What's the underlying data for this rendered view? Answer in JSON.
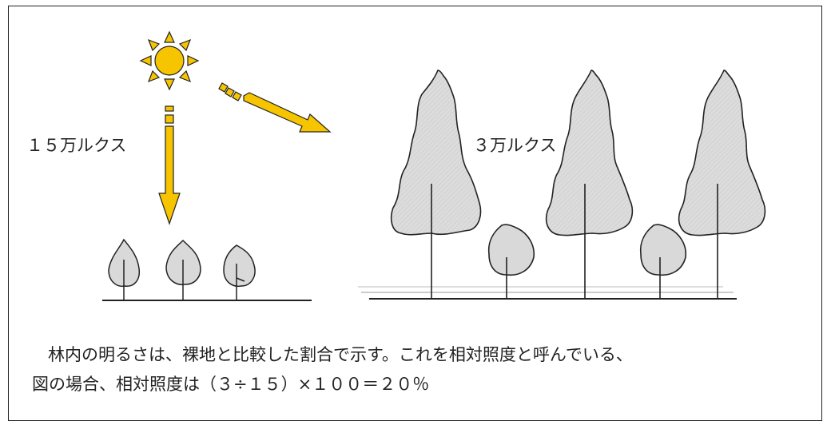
{
  "labels": {
    "open_ground_lux": "１５万ルクス",
    "forest_lux": "３万ルクス"
  },
  "text": {
    "line1": "林内の明るさは、裸地と比較した割合で示す。これを相対照度と呼んでいる、",
    "line2": "図の場合、相対照度は（３÷１５）×１００＝２０％"
  },
  "colors": {
    "sun": "#f7c400",
    "outline": "#222222",
    "tree_fill": "#d9d9d9"
  },
  "icons": {
    "sun": "sun-icon",
    "arrow_down": "arrow-down-icon",
    "arrow_diagonal": "arrow-diagonal-icon"
  }
}
